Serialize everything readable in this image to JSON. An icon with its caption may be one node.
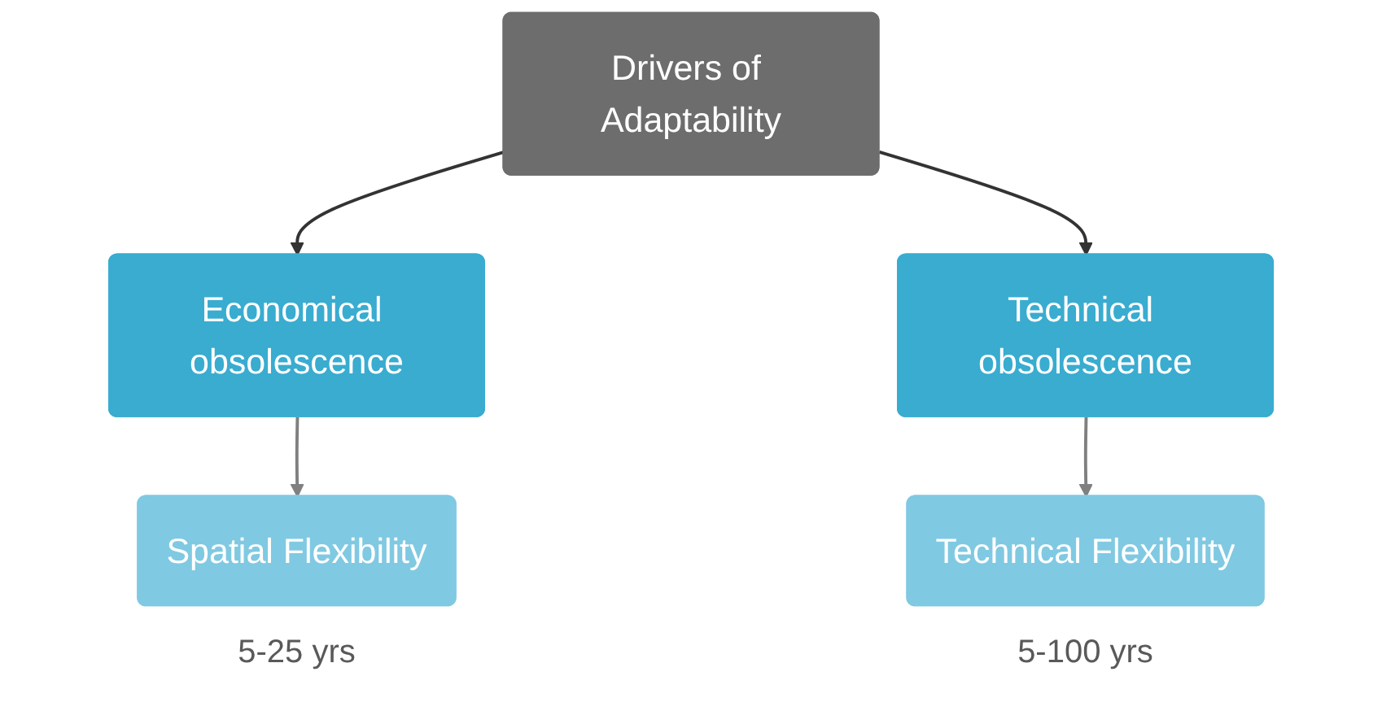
{
  "diagram": {
    "nodes": [
      {
        "text": [
          "Drivers of Adaptability"
        ]
      },
      {
        "text": [
          "Economical obsolescence"
        ]
      },
      {
        "text": [
          "Technical obsolescence"
        ]
      },
      {
        "text": [
          "Spatial Flexibility"
        ],
        "beside": [
          "5-25 yrs"
        ]
      },
      {
        "text": [
          "Technical Flexibility"
        ],
        "beside": [
          "5-100 yrs"
        ]
      }
    ],
    "edges": [
      {
        "from": 0,
        "to": 1,
        "arrow": "to"
      },
      {
        "from": 0,
        "to": 2,
        "arrow": "to"
      },
      {
        "from": 1,
        "to": 3,
        "arrow": "to",
        "color": "#808080"
      },
      {
        "from": 2,
        "to": 4,
        "arrow": "to",
        "color": "#808080"
      }
    ]
  }
}
